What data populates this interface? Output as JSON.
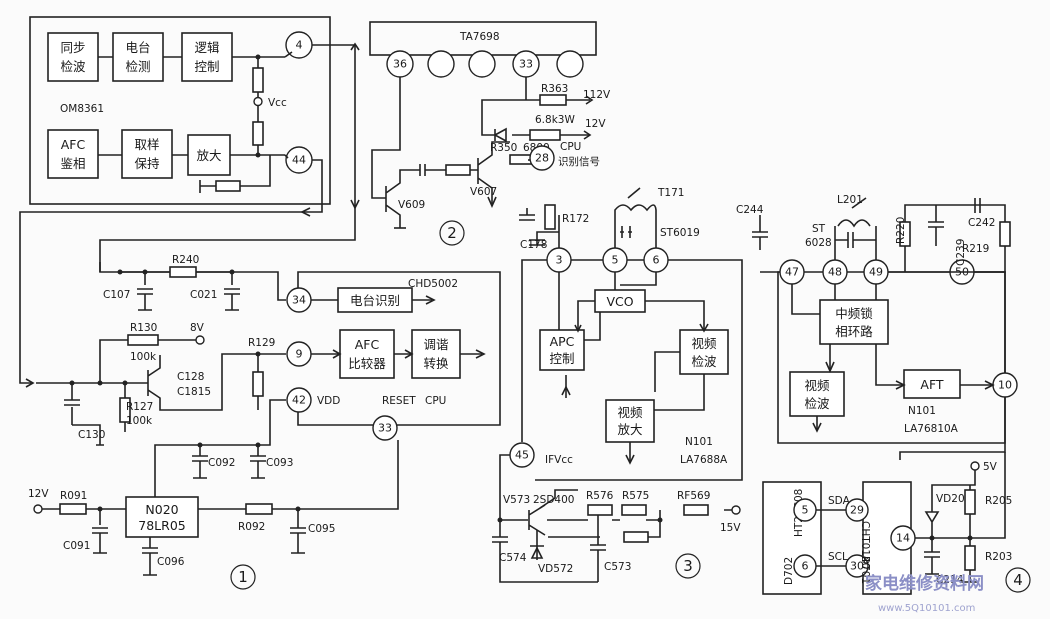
{
  "blocks": {
    "sync_detect": [
      "同步",
      "检波"
    ],
    "station_detect": [
      "电台",
      "检测"
    ],
    "logic_control": [
      "逻辑",
      "控制"
    ],
    "afc_phase": [
      "AFC",
      "鉴相"
    ],
    "sample_hold": [
      "取样",
      "保持"
    ],
    "amplifier": "放大",
    "station_id": "电台识别",
    "afc_comparator": [
      "AFC",
      "比较器"
    ],
    "tuning_switch": [
      "调谐",
      "转换"
    ],
    "apc_control": [
      "APC",
      "控制"
    ],
    "vco": "VCO",
    "video_detect": [
      "视频",
      "检波"
    ],
    "video_amp": [
      "视频",
      "放大"
    ],
    "if_pll": [
      "中频锁",
      "相环路"
    ],
    "video_detect_2": [
      "视频",
      "检波"
    ],
    "aft": "AFT"
  },
  "ics": {
    "om8361": "OM8361",
    "ta7698": "TA7698",
    "chd5002": "CHD5002",
    "la7688a": "LA7688A",
    "la76810a": "LA76810A",
    "n101_a": "N101",
    "n101_b": "N101",
    "n020": "N020",
    "n020_part": "78LR05",
    "d702_part": "HT24C08",
    "d702": "D702",
    "d701_part": "CHT0140",
    "d701": "D701"
  },
  "pins": {
    "p4": "4",
    "p44": "44",
    "p36": "36",
    "p33_ta": "33",
    "p28": "28",
    "p34": "34",
    "p9": "9",
    "p42": "42",
    "p33_cpu": "33",
    "p3": "3",
    "p5": "5",
    "p6": "6",
    "p45": "45",
    "p47": "47",
    "p48": "48",
    "p49": "49",
    "p50": "50",
    "p10": "10",
    "p5_eeprom": "5",
    "p6_eeprom": "6",
    "p29": "29",
    "p30": "30",
    "p14": "14"
  },
  "components": {
    "vcc_om": "Vcc",
    "r363": "R363",
    "v112": "112V",
    "r68k": "6.8k3W",
    "v12_a": "12V",
    "r350": "R350",
    "r6800": "6800",
    "cpu_id": "CPU",
    "id_signal": "识别信号",
    "v609": "V609",
    "v607": "V607",
    "r240": "R240",
    "c107": "C107",
    "c021": "C021",
    "r130": "R130",
    "r130_val": "100k",
    "v8": "8V",
    "c128": "C128",
    "c1815": "C1815",
    "r129": "R129",
    "r127": "R127",
    "r127_val": "100k",
    "c130": "C130",
    "vdd": "VDD",
    "reset": "RESET",
    "cpu": "CPU",
    "c092": "C092",
    "c093": "C093",
    "v12_b": "12V",
    "r091": "R091",
    "c091": "C091",
    "c096": "C096",
    "r092": "R092",
    "c095": "C095",
    "t171": "T171",
    "r172": "R172",
    "c178": "C178",
    "st6019": "ST6019",
    "ifvcc": "IFVcc",
    "v573": "V573",
    "sd400": "2SD400",
    "r576": "R576",
    "r575": "R575",
    "rf569": "RF569",
    "v15": "15V",
    "c574": "C574",
    "vd572": "VD572",
    "c573": "C573",
    "c244": "C244",
    "l201": "L201",
    "st6028_a": "ST",
    "st6028_b": "6028",
    "r220": "R220",
    "c239": "C239",
    "c242": "C242",
    "r219": "R219",
    "v5": "5V",
    "vd208": "VD208",
    "r205": "R205",
    "r203": "R203",
    "c214": "C214",
    "sda": "SDA",
    "scl": "SCL"
  },
  "section_numbers": [
    "1",
    "2",
    "3",
    "4"
  ],
  "watermark": {
    "title": "家电维修资料网",
    "url": "www.5Q10101.com"
  }
}
